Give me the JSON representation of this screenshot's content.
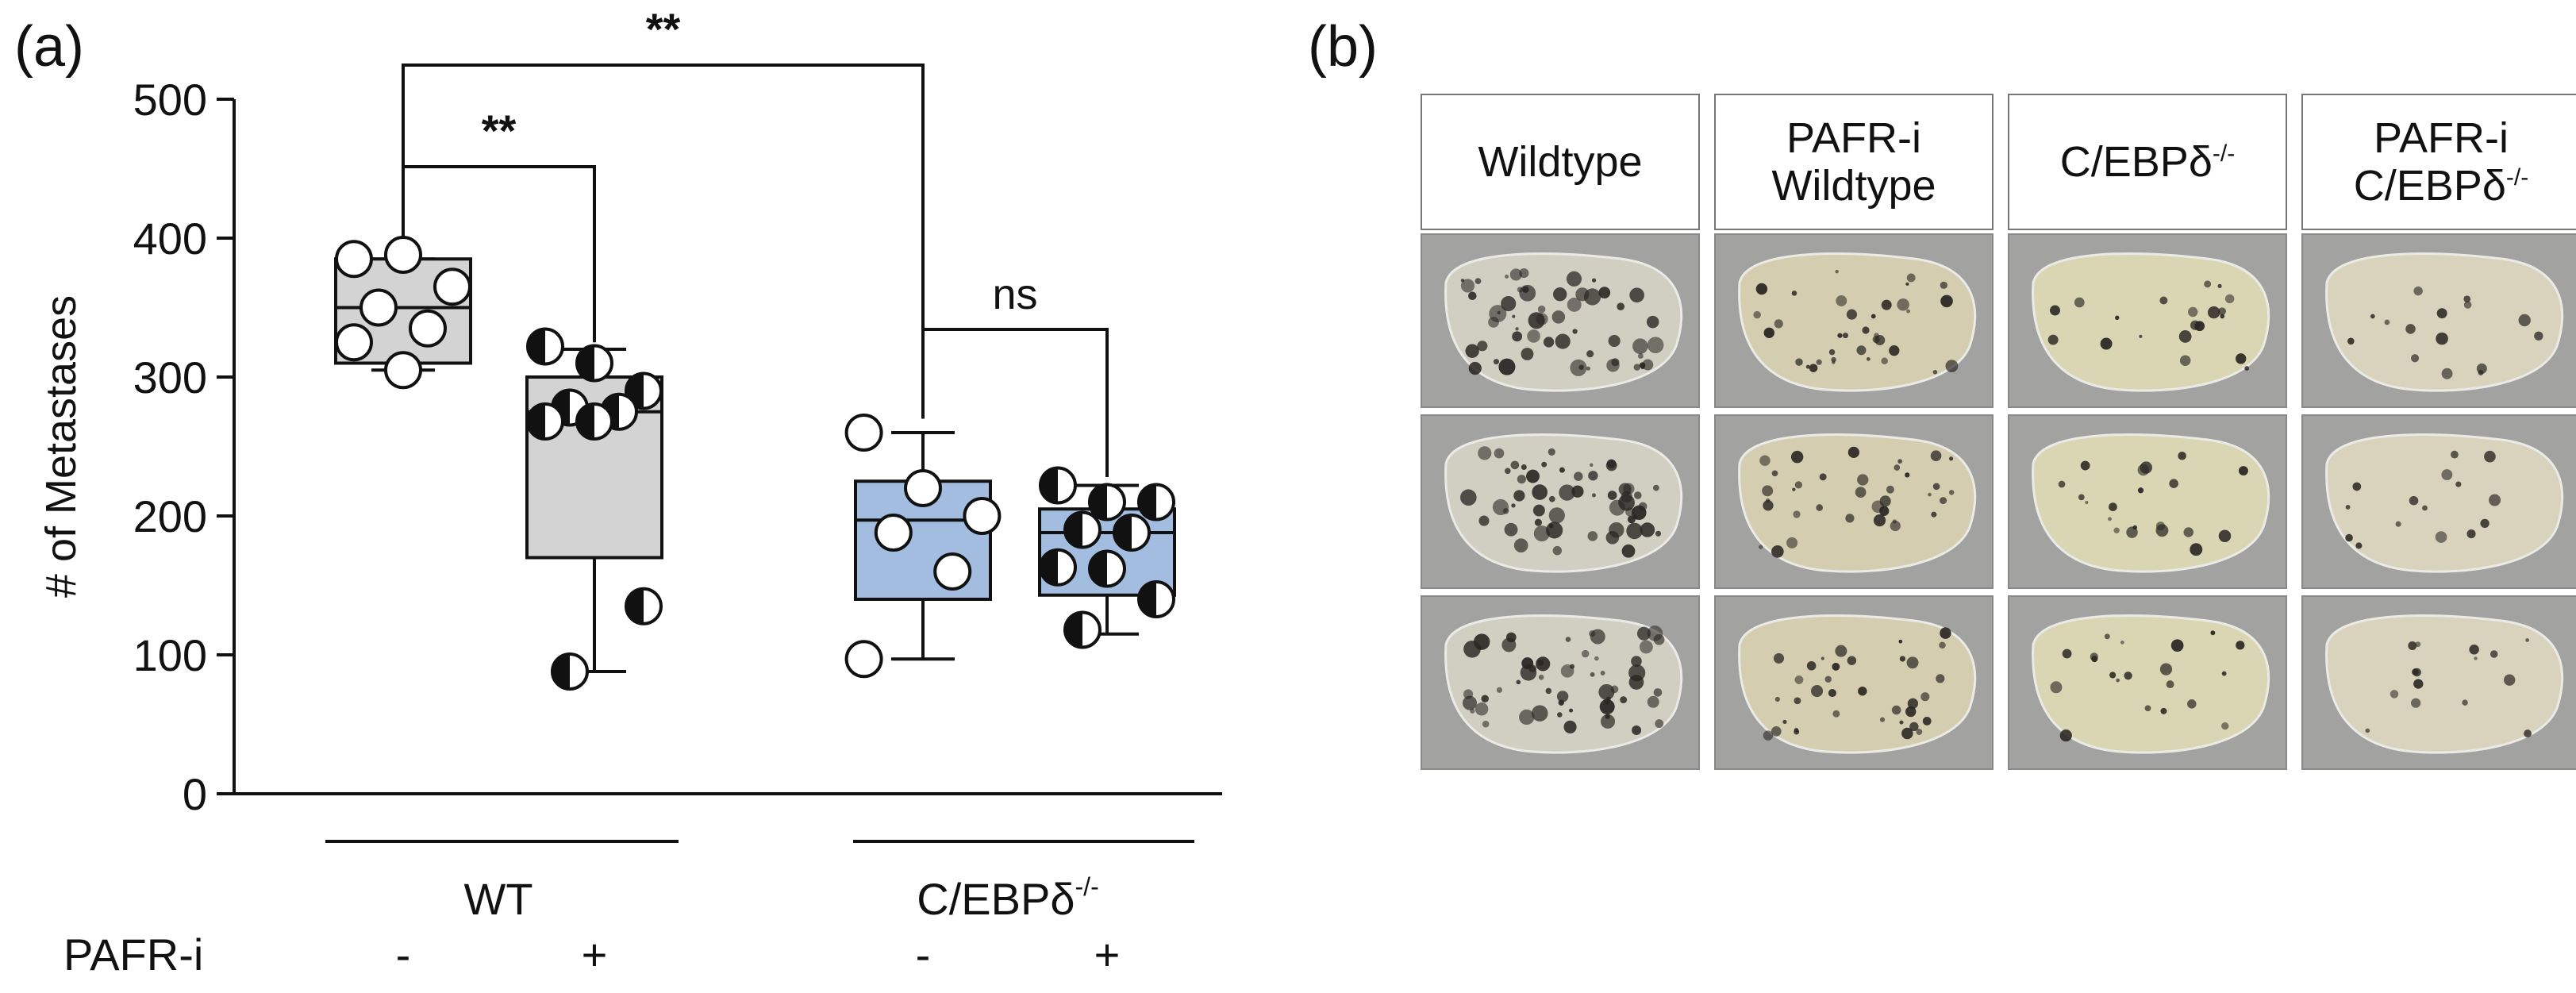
{
  "panel_a": {
    "label": "(a)"
  },
  "panel_b": {
    "label": "(b)"
  },
  "chart_data": {
    "type": "box",
    "ylabel": "# of Metastases",
    "ylim": [
      0,
      500
    ],
    "yticks": [
      0,
      100,
      200,
      300,
      400,
      500
    ],
    "categories": [
      "WT -",
      "WT +",
      "C/EBPδ-/- -",
      "C/EBPδ-/- +"
    ],
    "group_labels": {
      "wt": "WT",
      "cebp_main": "C/EBPδ",
      "cebp_sup": "-/-"
    },
    "pafr_row": {
      "label": "PAFR-i",
      "signs": [
        "-",
        "+",
        "-",
        "+"
      ]
    },
    "series": [
      {
        "box": {
          "q1": 310,
          "median": 350,
          "q3": 385,
          "whisker_low": 305,
          "whisker_high": 385
        },
        "fill": "#d3d3d3",
        "marker": "open",
        "points": [
          385,
          388,
          365,
          350,
          335,
          325,
          305
        ]
      },
      {
        "box": {
          "q1": 170,
          "median": 275,
          "q3": 300,
          "whisker_low": 88,
          "whisker_high": 320
        },
        "fill": "#d3d3d3",
        "marker": "half",
        "points": [
          322,
          310,
          290,
          278,
          275,
          268,
          268,
          135,
          88
        ]
      },
      {
        "box": {
          "q1": 140,
          "median": 197,
          "q3": 225,
          "whisker_low": 97,
          "whisker_high": 260
        },
        "fill": "#a3bde0",
        "marker": "open",
        "points": [
          260,
          220,
          200,
          188,
          160,
          97
        ]
      },
      {
        "box": {
          "q1": 143,
          "median": 188,
          "q3": 205,
          "whisker_low": 115,
          "whisker_high": 222
        },
        "fill": "#a3bde0",
        "marker": "half",
        "points": [
          222,
          210,
          210,
          190,
          188,
          163,
          162,
          140,
          118
        ]
      }
    ],
    "annotations": [
      {
        "from": 0,
        "to": 1,
        "text": "**"
      },
      {
        "from": 0,
        "to": 2,
        "text": "**"
      },
      {
        "from": 2,
        "to": 3,
        "text": "ns"
      }
    ]
  },
  "photo_grid": {
    "columns": [
      {
        "line1": "Wildtype",
        "line2": "",
        "sup": "",
        "tone": "#d4d2c4",
        "spots": 55
      },
      {
        "line1": "PAFR-i",
        "line2": "Wildtype",
        "sup": "",
        "tone": "#d8d0b0",
        "spots": 35
      },
      {
        "line1": "C/EBPδ",
        "line2": "",
        "sup": "-/-",
        "tone": "#ddd9b6",
        "spots": 20
      },
      {
        "line1": "PAFR-i",
        "line2": "C/EBPδ",
        "sup": "-/-",
        "tone": "#dcd6bf",
        "spots": 15
      }
    ]
  }
}
